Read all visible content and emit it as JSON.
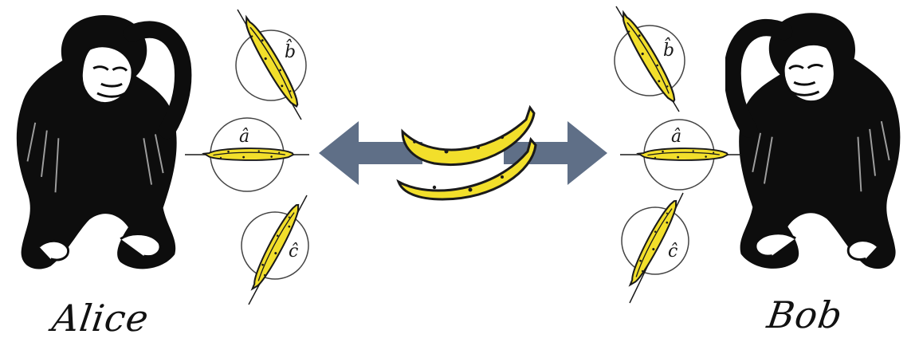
{
  "parties": {
    "alice": {
      "name": "Alice"
    },
    "bob": {
      "name": "Bob"
    }
  },
  "bases": {
    "a": "â",
    "b": "b̂",
    "c": "ĉ"
  },
  "colors": {
    "banana_yellow": "#f2df2b",
    "banana_outline": "#1a1a1a",
    "arrow": "#5f6f87",
    "ink": "#111111",
    "circle": "#444444"
  },
  "icons": {
    "source": "banana-pair-icon",
    "left_arrow": "arrow-left-icon",
    "right_arrow": "arrow-right-icon",
    "alice_figure": "chimpanzee-icon",
    "bob_figure": "chimpanzee-icon"
  }
}
